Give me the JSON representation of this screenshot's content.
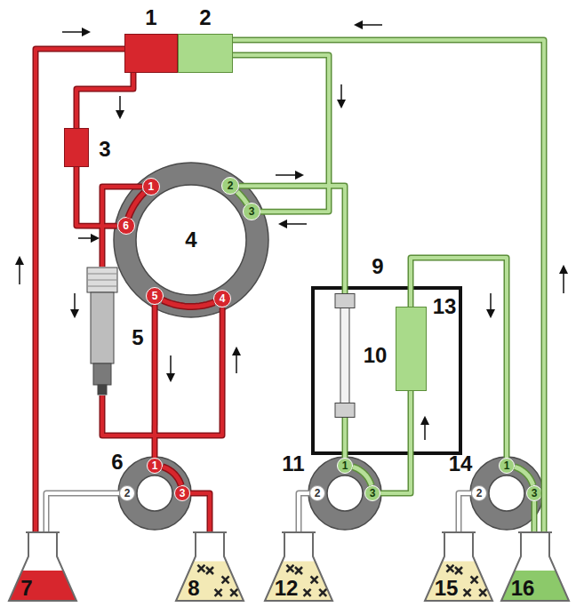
{
  "diagram": {
    "nodes": [
      {
        "text": [
          "1"
        ]
      },
      {
        "text": [
          "2"
        ]
      },
      {
        "text": [
          "3"
        ]
      },
      {
        "text": [
          "4"
        ]
      },
      {
        "text": [
          "1"
        ],
        "in": 3
      },
      {
        "text": [
          "2"
        ],
        "in": 3
      },
      {
        "text": [
          "3"
        ],
        "in": 3
      },
      {
        "text": [
          "4"
        ],
        "in": 3
      },
      {
        "text": [
          "5"
        ],
        "in": 3
      },
      {
        "text": [
          "6"
        ],
        "in": 3
      },
      {
        "text": [
          "5"
        ]
      },
      {
        "text": [
          "6"
        ]
      },
      {
        "text": [
          "1"
        ],
        "in": 11
      },
      {
        "text": [
          "2"
        ],
        "in": 11
      },
      {
        "text": [
          "3"
        ],
        "in": 11
      },
      {
        "text": [
          "7"
        ]
      },
      {
        "text": [
          "8"
        ]
      },
      {
        "text": [
          "9"
        ]
      },
      {
        "text": [
          "10"
        ],
        "in": 17
      },
      {
        "text": [
          "13"
        ],
        "in": 17
      },
      {
        "text": [
          "11"
        ]
      },
      {
        "text": [
          "1"
        ],
        "in": 20
      },
      {
        "text": [
          "2"
        ],
        "in": 20
      },
      {
        "text": [
          "3"
        ],
        "in": 20
      },
      {
        "text": [
          "12"
        ]
      },
      {
        "text": [
          "14"
        ]
      },
      {
        "text": [
          "1"
        ],
        "in": 25
      },
      {
        "text": [
          "2"
        ],
        "in": 25
      },
      {
        "text": [
          "3"
        ],
        "in": 25
      },
      {
        "text": [
          "15"
        ]
      },
      {
        "text": [
          "16"
        ]
      }
    ],
    "edges": [
      {
        "from": 15,
        "to": 0,
        "arrow": "none"
      },
      {
        "from": 0,
        "to": 2,
        "arrow": "none"
      },
      {
        "from": 2,
        "to": 9,
        "arrow": "none"
      },
      {
        "from": 4,
        "to": 10,
        "arrow": "none"
      },
      {
        "from": 10,
        "to": 7,
        "arrow": "none"
      },
      {
        "from": 8,
        "to": 12,
        "arrow": "none"
      },
      {
        "from": 12,
        "to": 14,
        "arrow": "none"
      },
      {
        "from": 14,
        "to": 16,
        "arrow": "none"
      },
      {
        "from": 13,
        "to": 15,
        "arrow": "none"
      },
      {
        "from": 4,
        "to": 9,
        "arrow": "none"
      },
      {
        "from": 8,
        "to": 7,
        "arrow": "none"
      },
      {
        "from": 30,
        "to": 1,
        "arrow": "none"
      },
      {
        "from": 1,
        "to": 6,
        "arrow": "none"
      },
      {
        "from": 5,
        "to": 18,
        "arrow": "none"
      },
      {
        "from": 5,
        "to": 6,
        "arrow": "none"
      },
      {
        "from": 18,
        "to": 21,
        "arrow": "none"
      },
      {
        "from": 21,
        "to": 23,
        "arrow": "none"
      },
      {
        "from": 23,
        "to": 19,
        "arrow": "none"
      },
      {
        "from": 19,
        "to": 26,
        "arrow": "none"
      },
      {
        "from": 26,
        "to": 28,
        "arrow": "none"
      },
      {
        "from": 28,
        "to": 30,
        "arrow": "none"
      },
      {
        "from": 22,
        "to": 24,
        "arrow": "none"
      },
      {
        "from": 27,
        "to": 29,
        "arrow": "none"
      }
    ]
  }
}
